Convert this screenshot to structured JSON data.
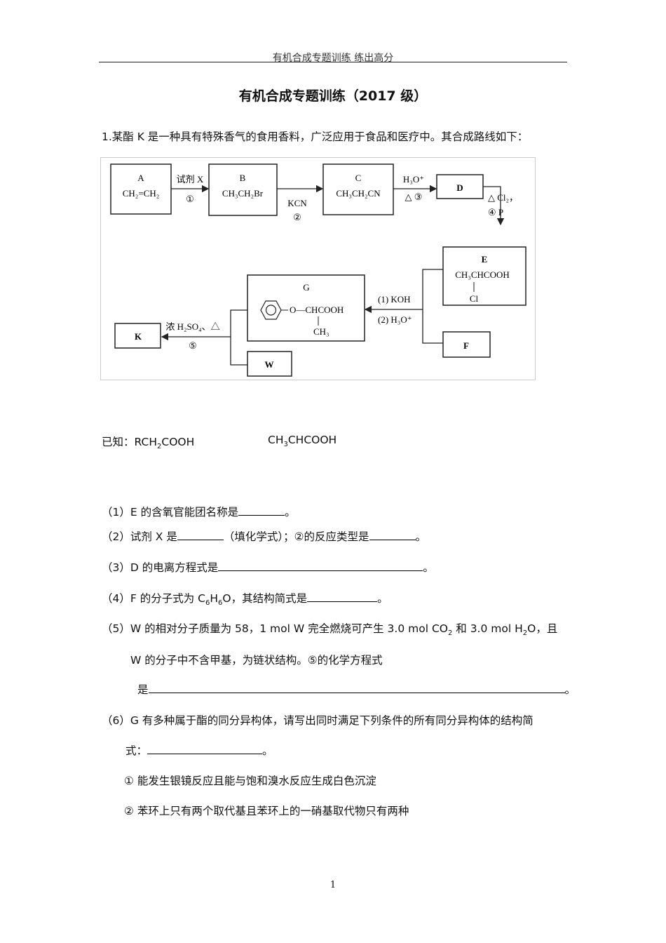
{
  "header": {
    "text": "有机合成专题训练  练出高分"
  },
  "title": "有机合成专题训练（2017 级）",
  "q1_intro": "1.某酯 K 是一种具有特殊香气的食用香料，广泛应用于食品和医疗中。其合成路线如下：",
  "scheme": {
    "A_label": "A",
    "A_formula": "CH₂=CH₂",
    "B_label": "B",
    "B_formula": "CH₃CH₂Br",
    "C_label": "C",
    "C_formula": "CH₃CH₂CN",
    "D_label": "D",
    "E_label": "E",
    "E_formula": "CH₃CHCOOH",
    "E_sub": "Cl",
    "F_label": "F",
    "G_label": "G",
    "G_chain": "O—CHCOOH",
    "G_methyl": "CH₃",
    "K_label": "K",
    "W_label": "W",
    "step1_reagent": "试剂 X",
    "step1_num": "①",
    "step2_reagent": "KCN",
    "step2_num": "②",
    "step3_reagent": "H₃O⁺",
    "step3_cond": "△ ③",
    "step4_cond": "△ Cl₂，",
    "step4_num": "④ P",
    "step_GE_1": "(1) KOH",
    "step_GE_2": "(2) H₃O⁺",
    "step5_reagent": "浓 H₂SO₄、△",
    "step5_num": "⑤"
  },
  "known": {
    "label": "已知：",
    "left": "RCH",
    "left_sub": "2",
    "left_end": "COOH",
    "right": "CH",
    "right_sub": "3",
    "right_end": "CHCOOH"
  },
  "q": {
    "p1a": "（1）E 的含氧官能团名称是",
    "p1b": "。",
    "p2a": "（2）试剂 X 是",
    "p2b": "（填化学式）；②的反应类型是",
    "p2c": "。",
    "p3a": "（3）D 的电离方程式是",
    "p3b": "。",
    "p4a": "（4）F 的分子式为 C",
    "p4s1": "6",
    "p4m": "H",
    "p4s2": "6",
    "p4n": "O，其结构简式是",
    "p4b": "。",
    "p5a": "（5）W 的相对分子质量为 58，1 mol W 完全燃烧可产生 3.0 mol CO",
    "p5s1": "2",
    "p5m": " 和 3.0 mol H",
    "p5s2": "2",
    "p5n": "O，且",
    "p5line2": "W 的分子中不含甲基，为链状结构。⑤的化学方程式",
    "p5line3a": "是",
    "p5line3b": "。",
    "p6a": "（6）G 有多种属于酯的同分异构体，请写出同时满足下列条件的所有同分异构体的结构简",
    "p6line2a": "式：",
    "p6line2b": "。",
    "c1": "①  能发生银镜反应且能与饱和溴水反应生成白色沉淀",
    "c2": "②  苯环上只有两个取代基且苯环上的一硝基取代物只有两种"
  },
  "page_number": "1"
}
